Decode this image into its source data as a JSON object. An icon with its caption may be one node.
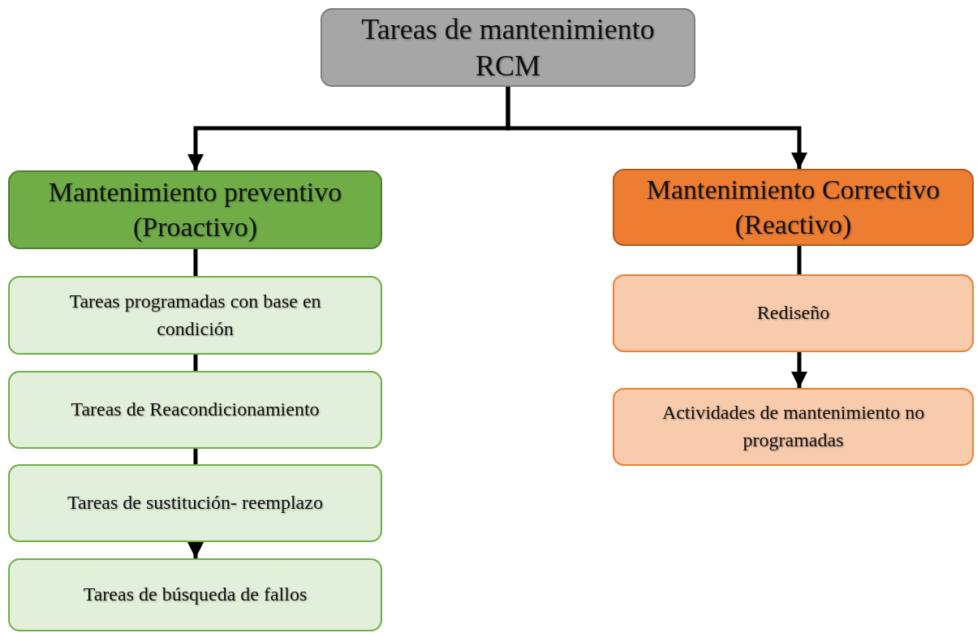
{
  "diagram": {
    "nodes": [
      {
        "text": [
          "Tareas de mantenimiento RCM"
        ]
      },
      {
        "text": [
          "Mantenimiento preventivo (Proactivo)"
        ]
      },
      {
        "text": [
          "Mantenimiento Correctivo (Reactivo)"
        ]
      },
      {
        "text": [
          "Tareas programadas con base en condición"
        ]
      },
      {
        "text": [
          "Tareas de Reacondicionamiento"
        ]
      },
      {
        "text": [
          "Tareas de sustitución- reemplazo"
        ]
      },
      {
        "text": [
          "Tareas de búsqueda de fallos"
        ]
      },
      {
        "text": [
          "Rediseño"
        ]
      },
      {
        "text": [
          "Actividades de mantenimiento no programadas"
        ]
      }
    ],
    "edges": [
      {
        "from": 0,
        "to": 1,
        "arrow": "to"
      },
      {
        "from": 0,
        "to": 2,
        "arrow": "to"
      },
      {
        "from": 1,
        "to": 3,
        "arrow": "none"
      },
      {
        "from": 3,
        "to": 4,
        "arrow": "none"
      },
      {
        "from": 4,
        "to": 5,
        "arrow": "none"
      },
      {
        "from": 5,
        "to": 6,
        "arrow": "to"
      },
      {
        "from": 2,
        "to": 7,
        "arrow": "none"
      },
      {
        "from": 7,
        "to": 8,
        "arrow": "to"
      }
    ]
  }
}
